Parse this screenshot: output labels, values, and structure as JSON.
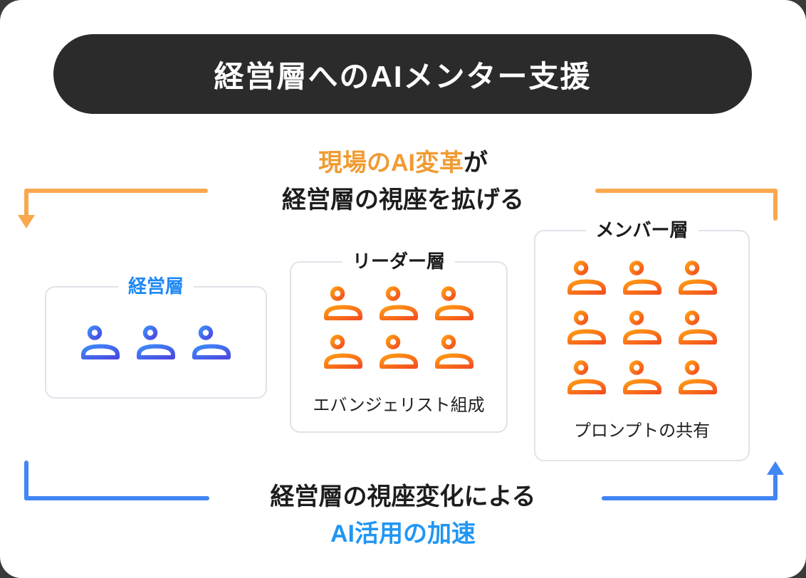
{
  "page": {
    "outer_background": "#3a3a3a",
    "card_background": "#ffffff"
  },
  "title": {
    "text": "経営層へのAIメンター支援",
    "background": "#2b2b2b",
    "color": "#ffffff"
  },
  "top_flow": {
    "highlight": "現場のAI変革",
    "suffix": "が",
    "line2": "経営層の視座を拡げる",
    "highlight_color": "#f09b32",
    "text_color": "#1d1d1f",
    "arrow_color": "#f9a84d",
    "arrow_direction": "right-to-left, arrowhead pointing down at executives box"
  },
  "bottom_flow": {
    "line1": "経営層の視座変化による",
    "highlight": "AI活用の加速",
    "highlight_color": "#2196f3",
    "text_color": "#1d1d1f",
    "arrow_color": "#4285f4",
    "arrow_direction": "left-to-right, arrowhead pointing up at members box"
  },
  "groups": [
    {
      "label": "経営層",
      "label_color": "#1e88f5",
      "person_count": 3,
      "rows": 1,
      "cols": 3,
      "icon_gradient_start": "#3d8bf8",
      "icon_gradient_end": "#4b4ae2",
      "gradient_id": "grad-blue",
      "caption": ""
    },
    {
      "label": "リーダー層",
      "label_color": "#1b1b1b",
      "person_count": 6,
      "rows": 2,
      "cols": 3,
      "icon_gradient_start": "#ff9c14",
      "icon_gradient_end": "#f4511e",
      "gradient_id": "grad-orange",
      "caption": "エバンジェリスト組成"
    },
    {
      "label": "メンバー層",
      "label_color": "#1b1b1b",
      "person_count": 9,
      "rows": 3,
      "cols": 3,
      "icon_gradient_start": "#ff9c14",
      "icon_gradient_end": "#f4511e",
      "gradient_id": "grad-orange",
      "caption": "プロンプトの共有"
    }
  ],
  "box_style": {
    "border_color": "#dfe3e9"
  }
}
